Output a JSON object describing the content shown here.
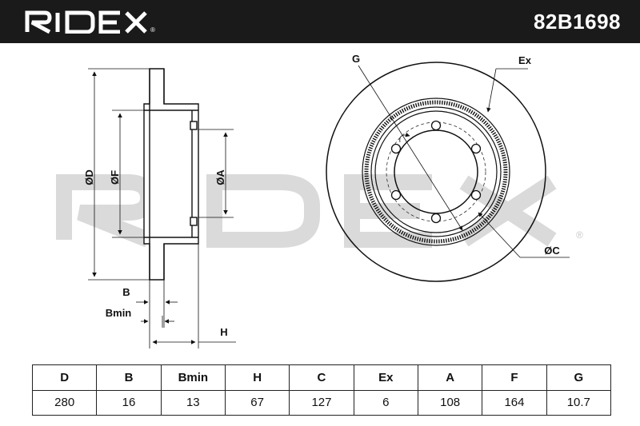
{
  "header": {
    "brand": "RIDEX",
    "part_number": "82B1698"
  },
  "drawing": {
    "side_labels": {
      "D": "ØD",
      "F": "ØF",
      "A": "ØA",
      "B": "B",
      "Bmin": "Bmin",
      "H": "H"
    },
    "front_labels": {
      "G": "G",
      "Ex": "Ex",
      "C": "ØC"
    },
    "watermark": "RIDEX",
    "registered": "®"
  },
  "spec_table": {
    "headers": [
      "D",
      "B",
      "Bmin",
      "H",
      "C",
      "Ex",
      "A",
      "F",
      "G"
    ],
    "values": [
      "280",
      "16",
      "13",
      "67",
      "127",
      "6",
      "108",
      "164",
      "10.7"
    ]
  }
}
